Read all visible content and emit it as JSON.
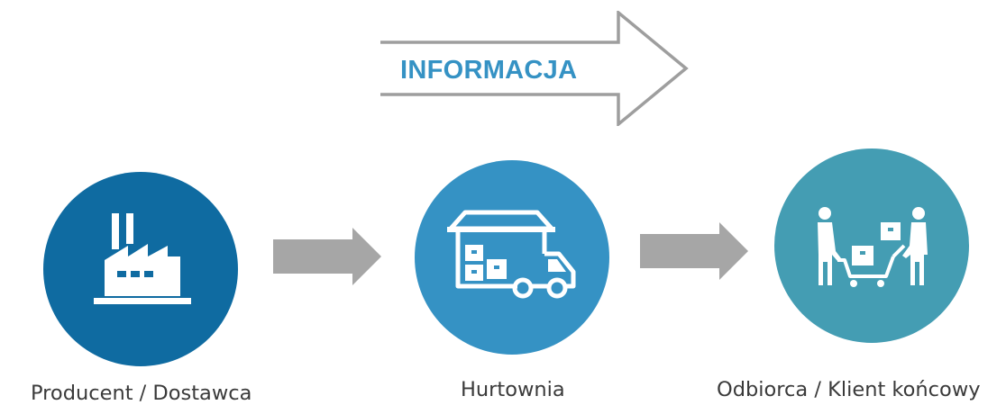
{
  "information_arrow": {
    "label": "INFORMACJA",
    "label_color": "#3592c4",
    "outline_color": "#9e9e9e"
  },
  "flow_arrow_color": "#a6a6a6",
  "nodes": [
    {
      "label": "Producent / Dostawca",
      "icon": "factory-icon",
      "color": "#0f6ba1"
    },
    {
      "label": "Hurtownia",
      "icon": "warehouse-truck-icon",
      "color": "#3592c4"
    },
    {
      "label": "Odbiorca / Klient końcowy",
      "icon": "customers-cart-icon",
      "color": "#449db3"
    }
  ]
}
